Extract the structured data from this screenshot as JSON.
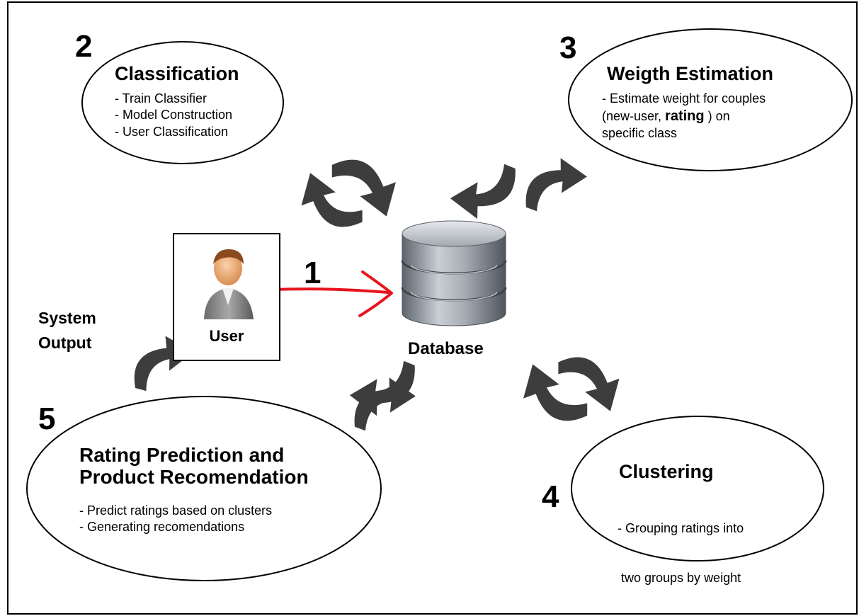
{
  "diagram": {
    "steps": {
      "s1": {
        "number": "1"
      },
      "s2": {
        "number": "2",
        "title": "Classification",
        "lines": [
          "- Train Classifier",
          "- Model Construction",
          "- User Classification"
        ]
      },
      "s3": {
        "number": "3",
        "title": "Weigth Estimation",
        "lines": [
          "- Estimate weight for couples",
          "(new-user, ",
          "rating",
          " ) on",
          "specific class"
        ]
      },
      "s4": {
        "number": "4",
        "title": "Clustering",
        "lines": [
          "- Grouping ratings into",
          " two groups by weight"
        ]
      },
      "s5": {
        "number": "5",
        "title_line1": "Rating Prediction and",
        "title_line2": "Product Recomendation",
        "lines": [
          "- Predict ratings based on clusters",
          "- Generating recomendations"
        ]
      }
    },
    "user_label": "User",
    "database_label": "Database",
    "output_label_line1": "System",
    "output_label_line2": "Output",
    "colors": {
      "arrow": "#3d3d3d",
      "input_arrow": "#e8141c",
      "database": "#8a9098"
    },
    "icons": [
      "user-avatar-icon",
      "database-icon",
      "curved-arrow-icon"
    ]
  }
}
